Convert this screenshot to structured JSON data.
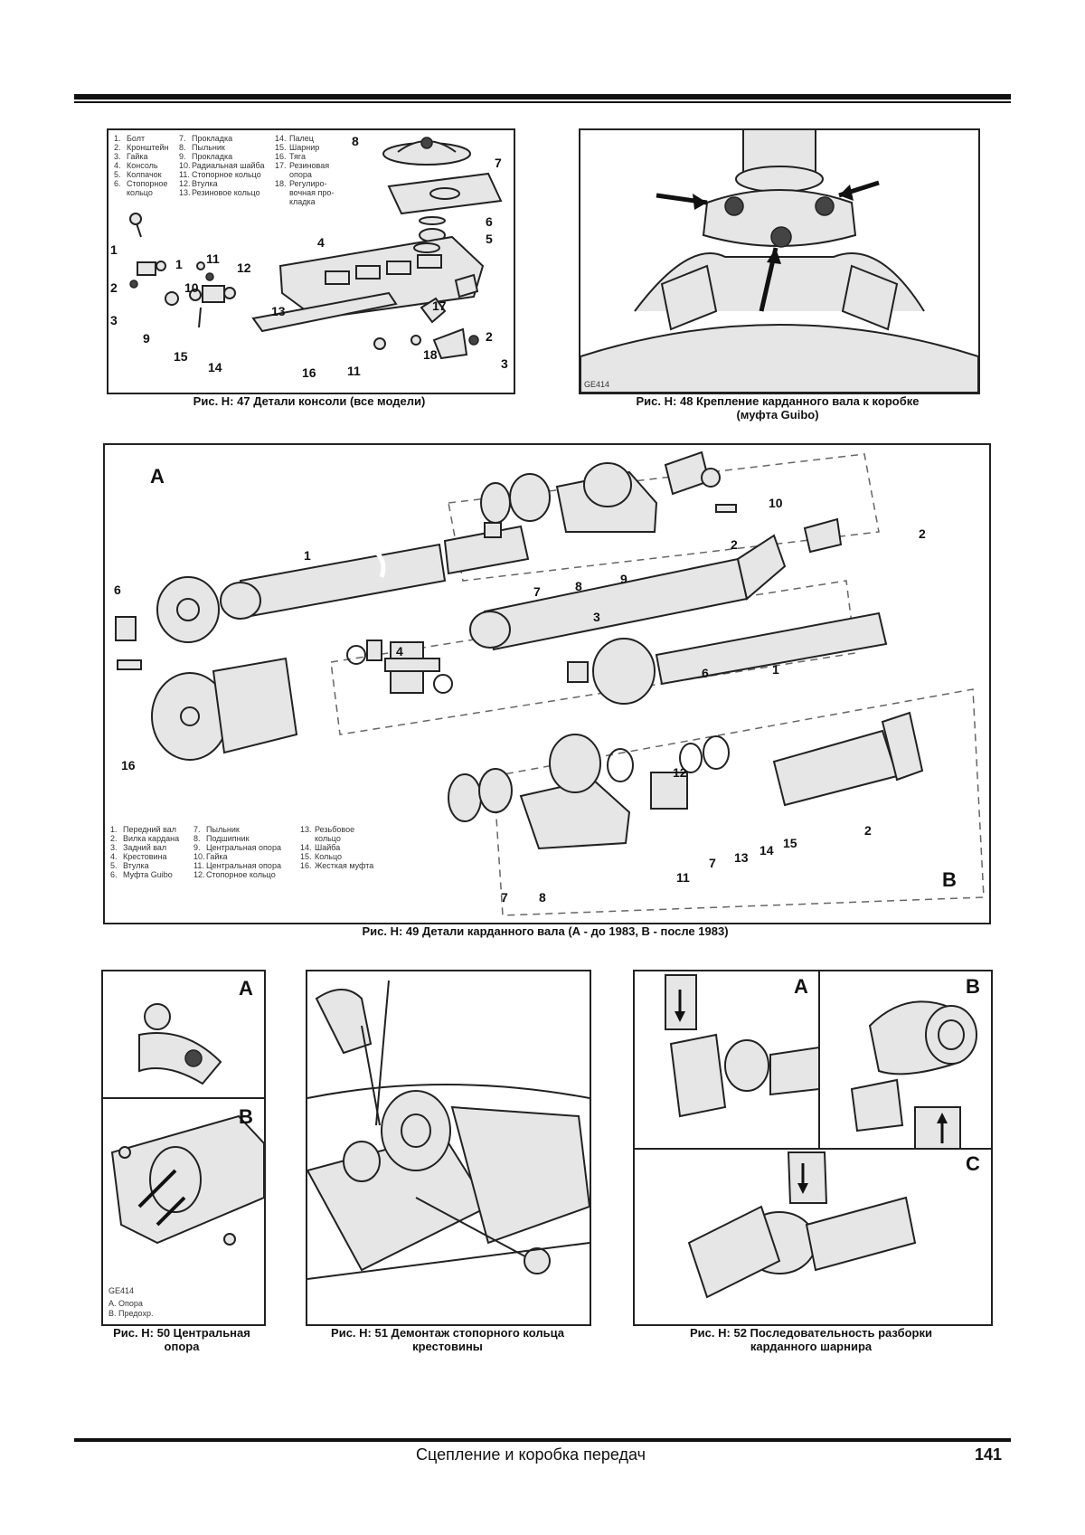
{
  "fig47": {
    "legend": [
      [
        "1.",
        "Болт",
        "7.",
        "Прокладка",
        "14.",
        "Палец"
      ],
      [
        "2.",
        "Кронштейн",
        "8.",
        "Пыльник",
        "15.",
        "Шарнир"
      ],
      [
        "3.",
        "Гайка",
        "9.",
        "Прокладка",
        "16.",
        "Тяга"
      ],
      [
        "4.",
        "Консоль",
        "10.",
        "Радиальная шайба",
        "17.",
        "Резиновая"
      ],
      [
        "5.",
        "Колпачок",
        "11.",
        "Стопорное кольцо",
        "",
        "опора"
      ],
      [
        "6.",
        "Стопорное",
        "12.",
        "Втулка",
        "18.",
        "Регулиро-"
      ],
      [
        "",
        "кольцо",
        "13.",
        "Резиновое кольцо",
        "",
        "вочная про-"
      ],
      [
        "",
        "",
        "",
        "",
        "",
        "кладка"
      ]
    ],
    "labels": [
      "1",
      "2",
      "3",
      "4",
      "5",
      "6",
      "7",
      "8",
      "9",
      "10",
      "11",
      "12",
      "13",
      "14",
      "15",
      "16",
      "17",
      "18"
    ],
    "caption": "Рис. Н: 47 Детали консоли (все модели)"
  },
  "fig48": {
    "code": "GE414",
    "caption_line1": "Рис. Н: 48 Крепление карданного вала к коробке",
    "caption_line2": "(муфта Guibo)"
  },
  "fig49": {
    "letter_a": "A",
    "letter_b": "B",
    "legend": [
      [
        "1.",
        "Передний вал",
        "7.",
        "Пыльник",
        "13.",
        "Резьбовое"
      ],
      [
        "2.",
        "Вилка кардана",
        "8.",
        "Подшипник",
        "",
        "кольцо"
      ],
      [
        "3.",
        "Задний вал",
        "9.",
        "Центральная опора",
        "14.",
        "Шайба"
      ],
      [
        "4.",
        "Крестовина",
        "10.",
        "Гайка",
        "15.",
        "Кольцо"
      ],
      [
        "5.",
        "Втулка",
        "11.",
        "Центральная опора",
        "16.",
        "Жесткая муфта"
      ],
      [
        "6.",
        "Муфта Guibo",
        "12.",
        "Стопорное кольцо",
        "",
        ""
      ]
    ],
    "caption": "Рис. Н: 49 Детали карданного вала (А - до 1983, В - после 1983)"
  },
  "fig50": {
    "letter_a": "A",
    "letter_b": "B",
    "code": "GE414",
    "legend_a": "A. Опора",
    "legend_b": "B. Предохр.",
    "caption_line1": "Рис. Н: 50 Центральная",
    "caption_line2": "опора"
  },
  "fig51": {
    "caption_line1": "Рис. Н: 51 Демонтаж стопорного кольца",
    "caption_line2": "крестовины"
  },
  "fig52": {
    "letter_a": "A",
    "letter_b": "B",
    "letter_c": "C",
    "caption_line1": "Рис. Н: 52 Последовательность разборки",
    "caption_line2": "карданного шарнира"
  },
  "footer": {
    "title": "Сцепление и коробка передач",
    "page": "141"
  }
}
